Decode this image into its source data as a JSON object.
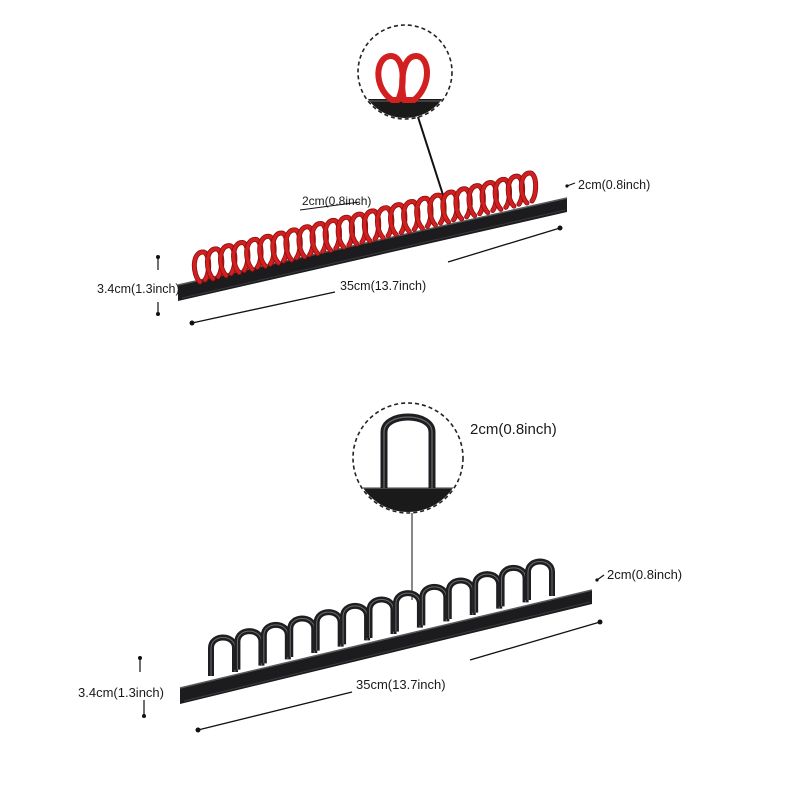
{
  "colors": {
    "background": "#ffffff",
    "rail": "#1c1c1e",
    "rail_highlight": "#5a5a5e",
    "red_clip": "#d21f1f",
    "red_clip_dark": "#8e0e0e",
    "black_clip": "#1e1e20",
    "dimension_line": "#111111"
  },
  "top_product": {
    "clip_color": "red",
    "clip_count": 26,
    "labels": {
      "clip_width": "2cm(0.8inch)",
      "rail_depth": "2cm(0.8inch)",
      "height": "3.4cm(1.3inch)",
      "length": "35cm(13.7inch)"
    }
  },
  "bottom_product": {
    "clip_color": "black",
    "clip_count": 13,
    "labels": {
      "clip_height": "2cm(0.8inch)",
      "rail_depth": "2cm(0.8inch)",
      "height": "3.4cm(1.3inch)",
      "length": "35cm(13.7inch)"
    }
  }
}
